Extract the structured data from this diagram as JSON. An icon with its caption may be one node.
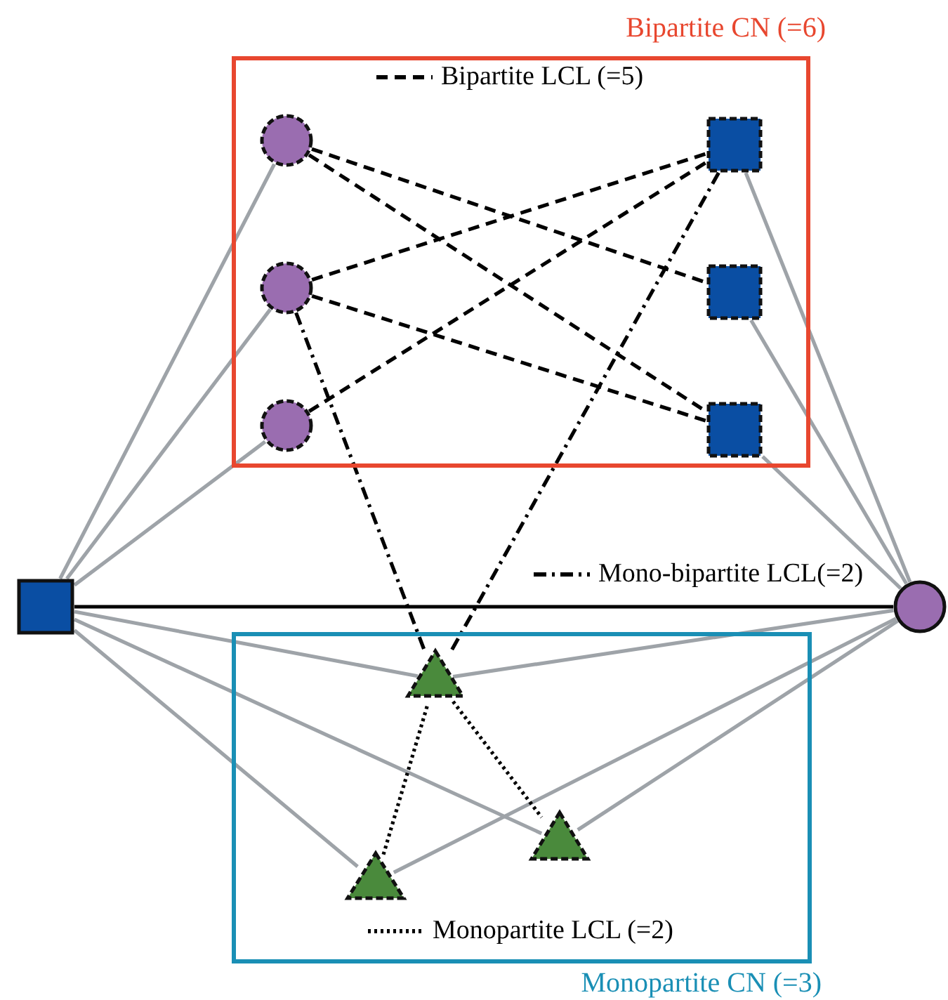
{
  "diagram": {
    "nodes": [
      {
        "text": [
          "Bipartite CN (=6)"
        ]
      },
      {
        "text": [
          "Monopartite CN (=3)"
        ]
      },
      {
        "text": [],
        "shape": "circle",
        "in": 0
      },
      {
        "text": [],
        "shape": "circle",
        "in": 0
      },
      {
        "text": [],
        "shape": "circle",
        "in": 0
      },
      {
        "text": [],
        "shape": "box",
        "in": 0
      },
      {
        "text": [],
        "shape": "box",
        "in": 0
      },
      {
        "text": [],
        "shape": "box",
        "in": 0
      },
      {
        "text": [],
        "shape": "box"
      },
      {
        "text": [],
        "shape": "circle"
      },
      {
        "text": [],
        "shape": "triangle",
        "in": 1
      },
      {
        "text": [],
        "shape": "triangle",
        "in": 1
      },
      {
        "text": [],
        "shape": "triangle",
        "in": 1
      }
    ],
    "edges": [
      {
        "from": 8,
        "to": 9,
        "arrow": "none",
        "color": "#000000"
      },
      {
        "from": 2,
        "to": 6,
        "arrow": "none",
        "style": "dashed",
        "color": "#000000"
      },
      {
        "from": 2,
        "to": 7,
        "arrow": "none",
        "style": "dashed",
        "color": "#000000"
      },
      {
        "from": 3,
        "to": 5,
        "arrow": "none",
        "style": "dashed",
        "color": "#000000"
      },
      {
        "from": 3,
        "to": 7,
        "arrow": "none",
        "style": "dashed",
        "color": "#000000"
      },
      {
        "from": 4,
        "to": 5,
        "arrow": "none",
        "style": "dashed",
        "color": "#000000"
      },
      {
        "from": 3,
        "to": 10,
        "arrow": "none",
        "style": "dashed",
        "color": "#000000"
      },
      {
        "from": 5,
        "to": 10,
        "arrow": "none",
        "style": "dashed",
        "color": "#000000"
      },
      {
        "from": 10,
        "to": 11,
        "arrow": "none",
        "style": "dashed",
        "color": "#000000"
      },
      {
        "from": 10,
        "to": 12,
        "arrow": "none",
        "style": "dashed",
        "color": "#000000"
      },
      {
        "from": 8,
        "to": 2,
        "arrow": "none"
      },
      {
        "from": 8,
        "to": 3,
        "arrow": "none"
      },
      {
        "from": 8,
        "to": 4,
        "arrow": "none"
      },
      {
        "from": 8,
        "to": 10,
        "arrow": "none"
      },
      {
        "from": 8,
        "to": 12,
        "arrow": "none"
      },
      {
        "from": 8,
        "to": 11,
        "arrow": "none"
      },
      {
        "from": 9,
        "to": 5,
        "arrow": "none"
      },
      {
        "from": 9,
        "to": 6,
        "arrow": "none"
      },
      {
        "from": 9,
        "to": 7,
        "arrow": "none"
      },
      {
        "from": 9,
        "to": 10,
        "arrow": "none"
      },
      {
        "from": 9,
        "to": 11,
        "arrow": "none"
      },
      {
        "from": 9,
        "to": 12,
        "arrow": "none"
      }
    ],
    "legend": [
      {
        "text": "Bipartite LCL (=5)"
      },
      {
        "text": "Mono-bipartite LCL(=2)"
      },
      {
        "text": "Monopartite LCL (=2)"
      }
    ]
  }
}
